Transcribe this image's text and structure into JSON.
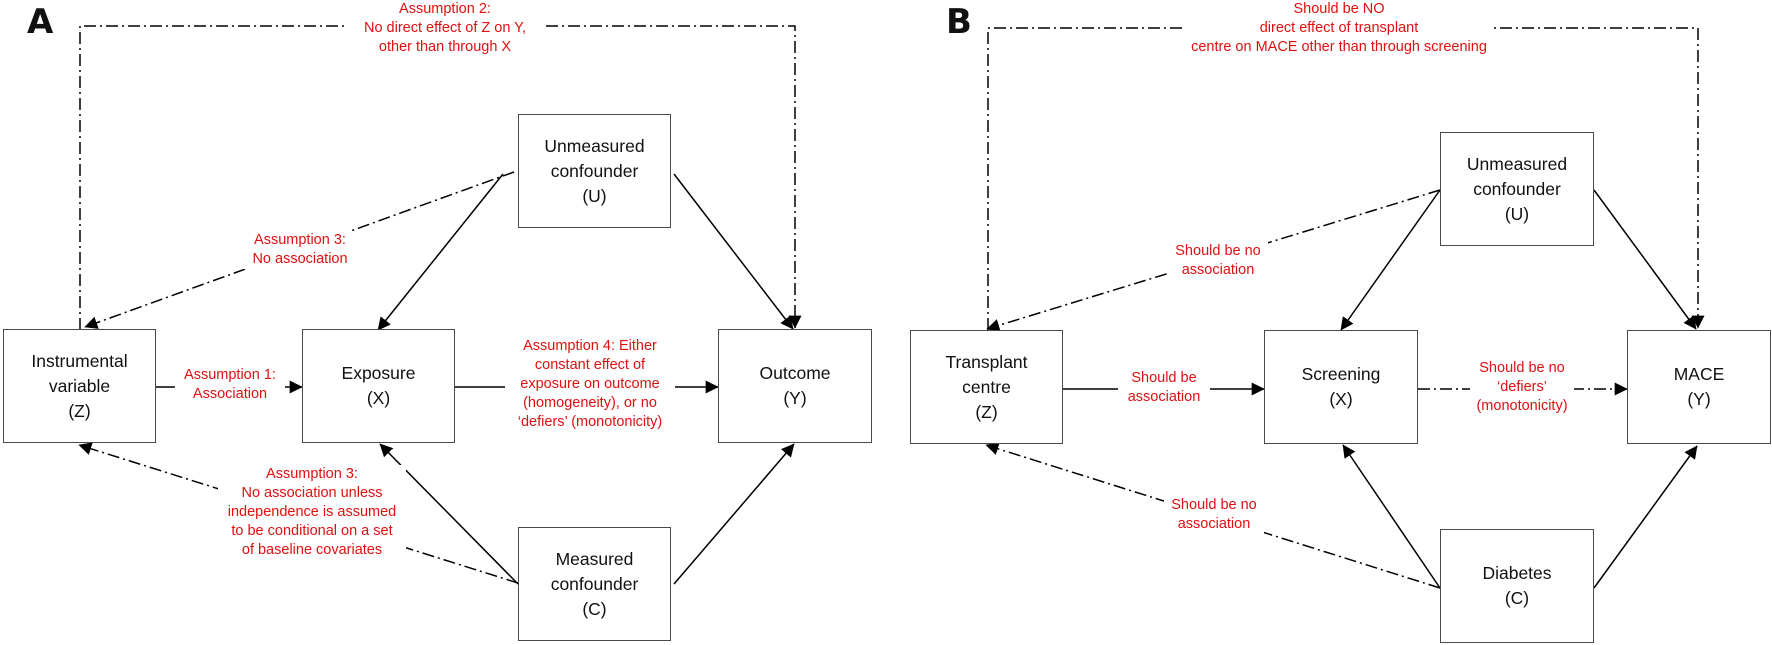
{
  "panels": [
    {
      "letter": "A",
      "boxes": {
        "z": [
          "Instrumental",
          "variable",
          "(Z)"
        ],
        "x": [
          "Exposure",
          "(X)"
        ],
        "y": [
          "Outcome",
          "(Y)"
        ],
        "u": [
          "Unmeasured",
          "confounder",
          "(U)"
        ],
        "c": [
          "Measured",
          "confounder",
          "(C)"
        ]
      },
      "labels": {
        "top": [
          "Assumption 2:",
          "No direct effect of Z on Y,",
          "other than through X"
        ],
        "zu": [
          "Assumption 3:",
          "No association"
        ],
        "zx": [
          "Assumption 1:",
          "Association"
        ],
        "xy": [
          "Assumption 4: Either",
          "constant effect of",
          "exposure on outcome",
          "(homogeneity), or no",
          "‘defiers’ (monotonicity)"
        ],
        "zc": [
          "Assumption 3:",
          "No association unless",
          "independence is assumed",
          "to be conditional on a set",
          "of baseline covariates"
        ]
      }
    },
    {
      "letter": "B",
      "boxes": {
        "z": [
          "Transplant",
          "centre",
          "(Z)"
        ],
        "x": [
          "Screening",
          "(X)"
        ],
        "y": [
          "MACE",
          "(Y)"
        ],
        "u": [
          "Unmeasured",
          "confounder",
          "(U)"
        ],
        "c": [
          "Diabetes",
          "(C)"
        ]
      },
      "labels": {
        "top": [
          "Should be NO",
          "direct effect of transplant",
          "centre on MACE other than through screening"
        ],
        "zu": [
          "Should be no",
          "association"
        ],
        "zx": [
          "Should be",
          "association"
        ],
        "xy": [
          "Should be no",
          "‘defiers’",
          "(monotonicity)"
        ],
        "zc": [
          "Should be no",
          "association"
        ]
      }
    }
  ]
}
